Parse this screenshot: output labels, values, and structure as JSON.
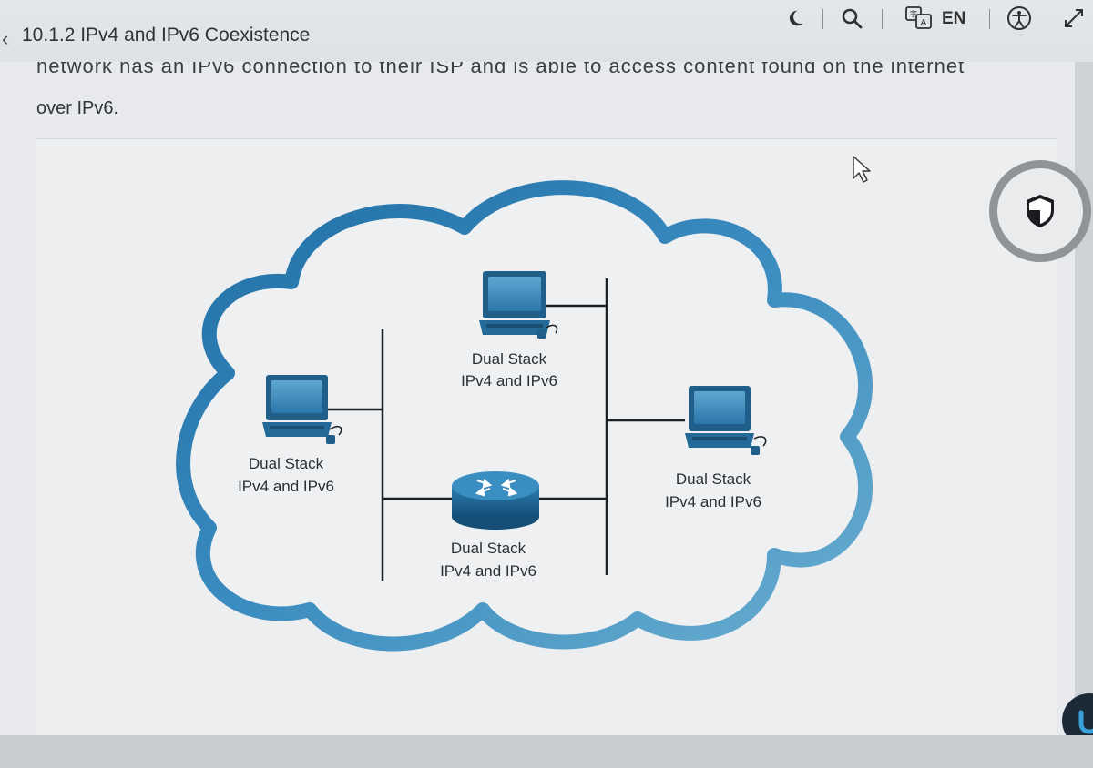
{
  "header": {
    "title": "10.1.2 IPv4 and IPv6 Coexistence",
    "language": "EN"
  },
  "content": {
    "partial_line": "network has an IPv6 connection to their ISP and is able to access content found on the internet",
    "text_line": "over IPv6."
  },
  "diagram": {
    "nodes": [
      {
        "id": "pc-top",
        "line1": "Dual Stack",
        "line2": "IPv4 and IPv6"
      },
      {
        "id": "pc-left",
        "line1": "Dual Stack",
        "line2": "IPv4 and IPv6"
      },
      {
        "id": "pc-right",
        "line1": "Dual Stack",
        "line2": "IPv4 and IPv6"
      },
      {
        "id": "router",
        "line1": "Dual Stack",
        "line2": "IPv4 and IPv6"
      }
    ]
  },
  "colors": {
    "cloud": "#2f7fb2",
    "device": "#1f5f8a",
    "accent": "#3aa0d8"
  }
}
